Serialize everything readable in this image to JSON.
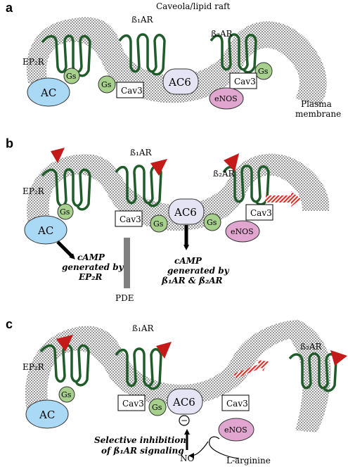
{
  "panels": {
    "a": {
      "letter": "a",
      "caveola_label": "Caveola/lipid raft",
      "ep2r": "EP₂R",
      "b1ar": "ß₁AR",
      "b2ar": "ß₂AR",
      "ac": "AC",
      "ac6": "AC6",
      "gs": "Gs",
      "cav3": "Cav3",
      "enos": "eNOS",
      "plasma_membrane": [
        "Plasma",
        "membrane"
      ]
    },
    "b": {
      "letter": "b",
      "ep2r": "EP₂R",
      "b1ar": "ß₁AR",
      "b2ar": "ß₂AR",
      "ac": "AC",
      "ac6": "AC6",
      "gs": "Gs",
      "cav3": "Cav3",
      "enos": "eNOS",
      "pde": "PDE",
      "camp_ep2r": [
        "cAMP",
        "generated by",
        "EP₂R"
      ],
      "camp_bar": [
        "cAMP",
        "generated by",
        "ß₁AR & ß₂AR"
      ]
    },
    "c": {
      "letter": "c",
      "ep2r": "EP₂R",
      "b1ar": "ß₁AR",
      "b2ar": "ß₂AR",
      "ac": "AC",
      "ac6": "AC6",
      "gs": "Gs",
      "cav3": "Cav3",
      "enos": "eNOS",
      "minus": "−",
      "no": "NO",
      "l_arginine": "L-arginine",
      "inhibition": [
        "Selective inhibition",
        "of ß₁AR signaling"
      ]
    }
  },
  "colors": {
    "receptor": "#1f5c2a",
    "ligand": "#c41a1a",
    "ac": "#a9d9f5",
    "ac6": "#e4e4f4",
    "gs": "#a6d08c",
    "enos": "#e0a6cf",
    "membrane": "#8a8a8a",
    "pde": "#808080"
  },
  "icons": [
    "ligand-triangle-icon",
    "migration-arrow-icon",
    "camp-arrow-icon",
    "inhibition-minus-icon"
  ]
}
